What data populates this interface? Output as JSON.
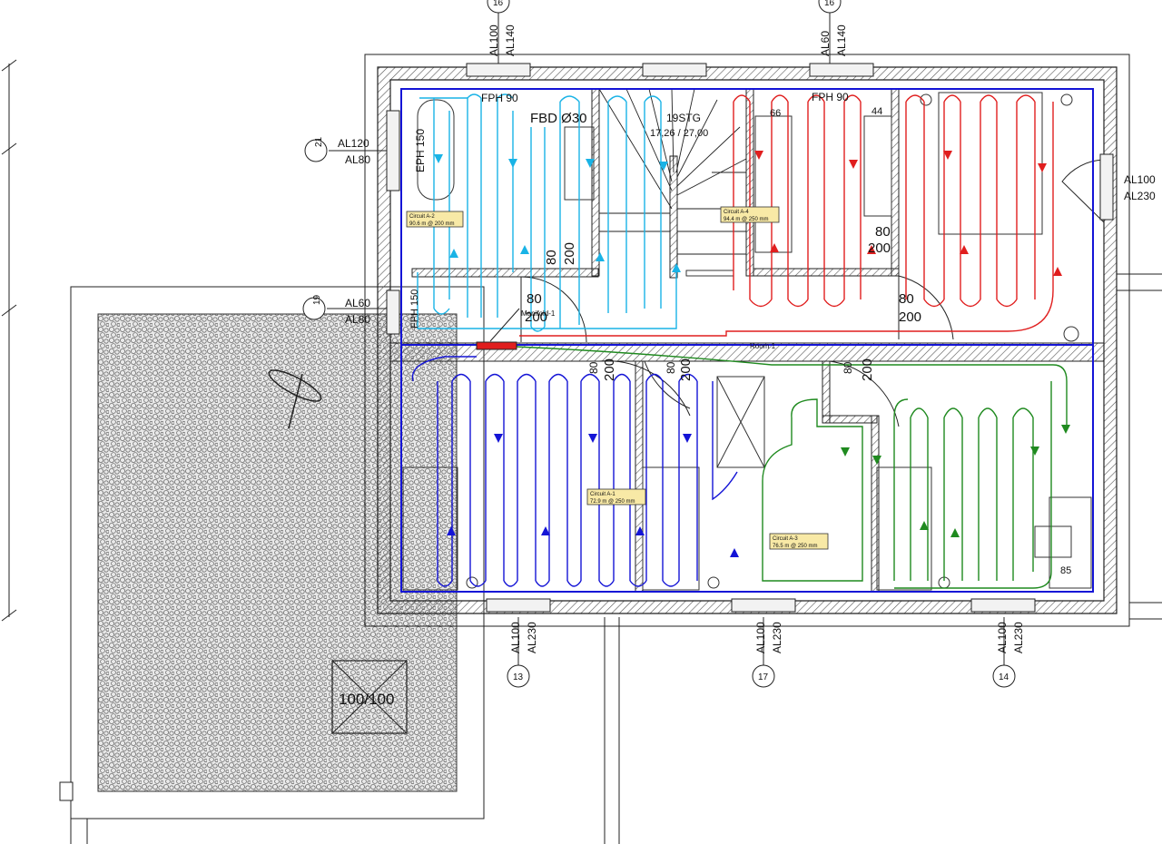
{
  "windows": {
    "top_left": {
      "w": "AL100",
      "h": "AL140",
      "bubble": "16"
    },
    "top_right": {
      "w": "AL60",
      "h": "AL140",
      "bubble": "16"
    },
    "left_upper": {
      "w": "AL120",
      "h": "AL80",
      "bubble": "21"
    },
    "left_lower": {
      "w": "AL60",
      "h": "AL80",
      "bubble": "19"
    },
    "right": {
      "w": "AL100",
      "h": "AL230"
    },
    "bottom_1": {
      "w": "AL100",
      "h": "AL230",
      "bubble": "13"
    },
    "bottom_2": {
      "w": "AL100",
      "h": "AL230",
      "bubble": "17"
    },
    "bottom_3": {
      "w": "AL100",
      "h": "AL230",
      "bubble": "14"
    }
  },
  "labels": {
    "fph_left": "FPH 90",
    "fph_right": "FPH 90",
    "fbd": "FBD Ø30",
    "stair": "19STG",
    "stair_dim": "17,26 / 27,00",
    "eph": "EPH 150",
    "fph_side": "FPH 150",
    "manifold": "Manifold-1",
    "room": "Room 1",
    "top_dim_66": "66",
    "top_dim_44": "44",
    "side_85": "85",
    "shaft": "100/100"
  },
  "doors": [
    {
      "a": "80",
      "b": "200"
    },
    {
      "a": "80",
      "b": "200"
    },
    {
      "a": "80",
      "b": "200"
    },
    {
      "a": "80",
      "b": "200"
    },
    {
      "a": "80",
      "b": "200"
    },
    {
      "a": "80",
      "b": "200"
    },
    {
      "a": "80",
      "b": "200"
    }
  ],
  "circuits": [
    {
      "name": "Circuit A-1",
      "spec": "72.9 m @ 250 mm",
      "color": "#1414d6"
    },
    {
      "name": "Circuit A-2",
      "spec": "90.6 m @ 200 mm",
      "color": "#19b3e6"
    },
    {
      "name": "Circuit A-3",
      "spec": "76.5 m @ 250 mm",
      "color": "#1f8a1f"
    },
    {
      "name": "Circuit A-4",
      "spec": "94.4 m @ 250 mm",
      "color": "#e01e1e"
    }
  ],
  "colors": {
    "wall_hatch": "#555555",
    "terrace": "#8a8a8a",
    "manifold": "#e01e1e"
  }
}
